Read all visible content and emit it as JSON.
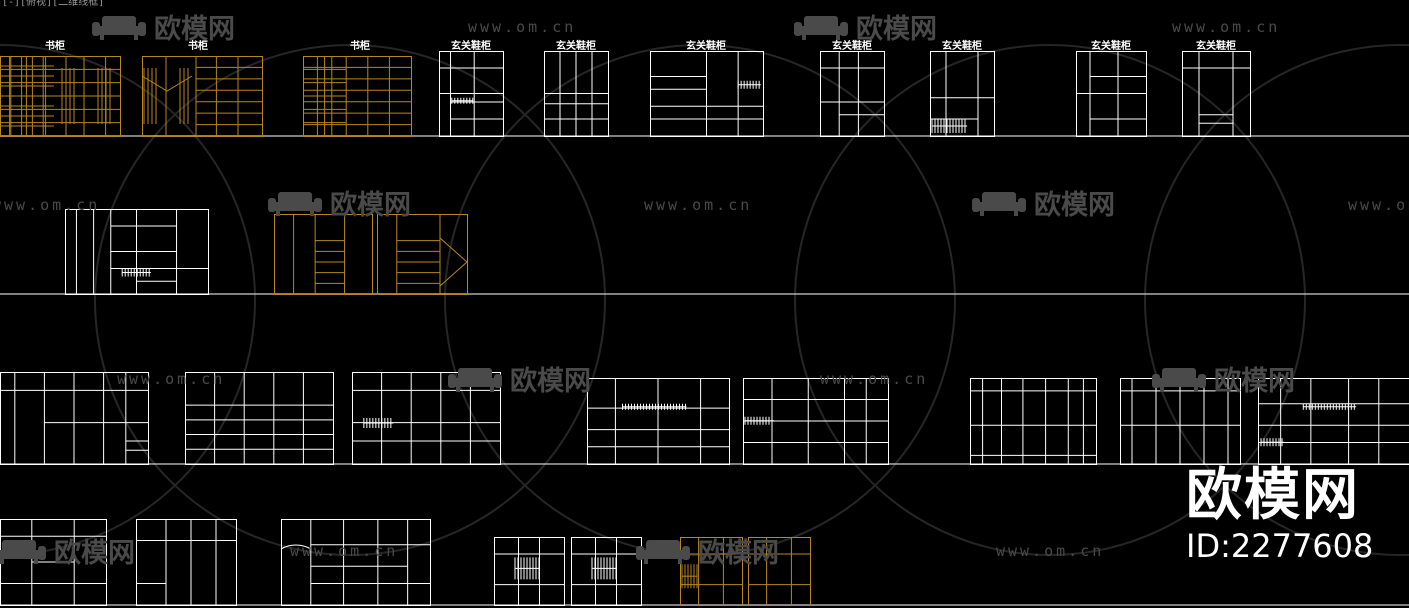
{
  "labels": {
    "bookcase": "书柜",
    "entrance_cabinet": "玄关鞋柜"
  },
  "watermark": {
    "url": "www.om.cn",
    "name": "欧模网"
  },
  "brand": {
    "name": "欧模网",
    "id": "ID:2277608"
  },
  "colors": {
    "background": "#000000",
    "line_white": "#ffffff",
    "line_gold": "#b8861e",
    "watermark": "#4a4a4a"
  },
  "icons": [
    "sofa-logo-icon"
  ]
}
